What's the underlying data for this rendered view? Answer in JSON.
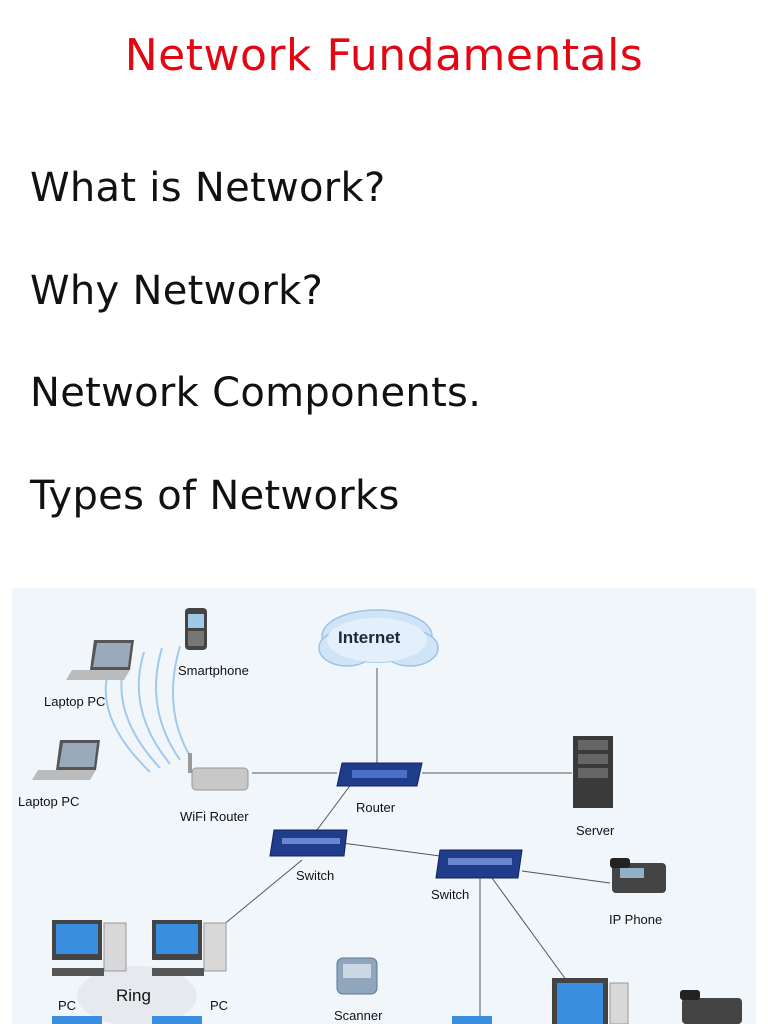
{
  "title": "Network Fundamentals",
  "bullets": [
    "What is Network?",
    "Why Network?",
    "Network Components.",
    "Types of Networks"
  ],
  "diagram": {
    "internet": "Internet",
    "smartphone": "Smartphone",
    "laptop_1": "Laptop PC",
    "laptop_2": "Laptop PC",
    "wifi_router": "WiFi Router",
    "router": "Router",
    "server": "Server",
    "switch_1": "Switch",
    "switch_2": "Switch",
    "ip_phone": "IP Phone",
    "ring": "Ring",
    "pc_1": "PC",
    "pc_2": "PC",
    "scanner": "Scanner"
  }
}
